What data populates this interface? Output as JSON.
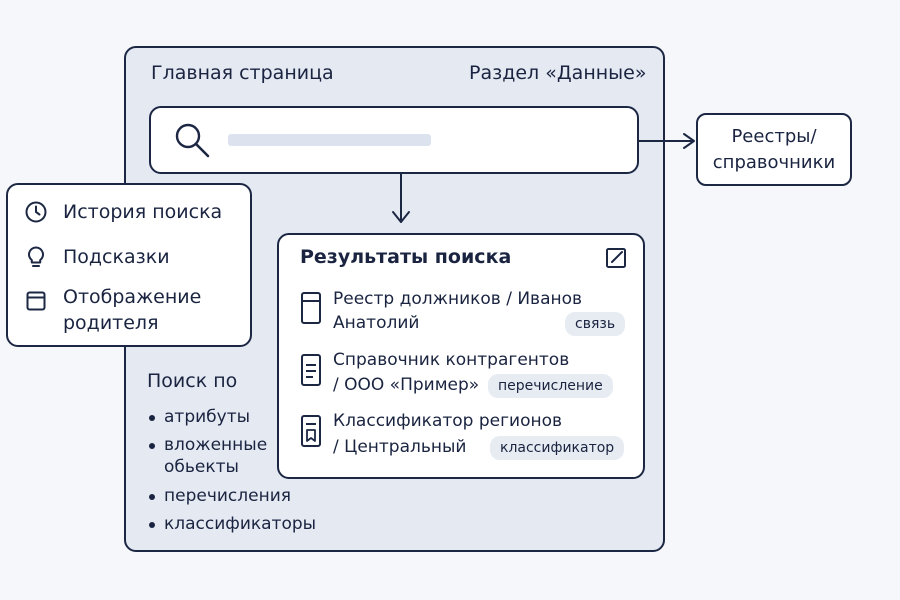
{
  "header": {
    "main_title": "Главная страница",
    "section_title": "Раздел «Данные»"
  },
  "search": {
    "icon": "search-icon"
  },
  "registries": {
    "line1": "Реестры/",
    "line2": "справочники"
  },
  "features": [
    {
      "icon": "clock-icon",
      "label": "История поиска"
    },
    {
      "icon": "lightbulb-icon",
      "label": "Подсказки"
    },
    {
      "icon": "window-icon",
      "label_line1": "Отображение",
      "label_line2": "родителя"
    }
  ],
  "search_by": {
    "title": "Поиск по",
    "items": [
      {
        "line1": "атрибуты"
      },
      {
        "line1": "вложенные",
        "line2": "обьекты"
      },
      {
        "line1": "перечисления"
      },
      {
        "line1": "классификаторы"
      }
    ]
  },
  "results": {
    "title": "Результаты поиска",
    "edit_icon": "edit-icon",
    "items": [
      {
        "icon": "document-icon",
        "line1": "Реестр должников / Иванов",
        "line2": "Анатолий",
        "tag": "связь"
      },
      {
        "icon": "list-document-icon",
        "line1": "Справочник контрагентов",
        "line2": "/ ООО «Пример»",
        "tag": "перечисление"
      },
      {
        "icon": "bookmark-document-icon",
        "line1": "Классификатор регионов",
        "line2": "/ Центральный",
        "tag": "классификатор"
      }
    ]
  },
  "colors": {
    "stroke": "#1c2744",
    "panel_fill": "#e4e9f2",
    "tag_fill": "#e7ebf2"
  }
}
